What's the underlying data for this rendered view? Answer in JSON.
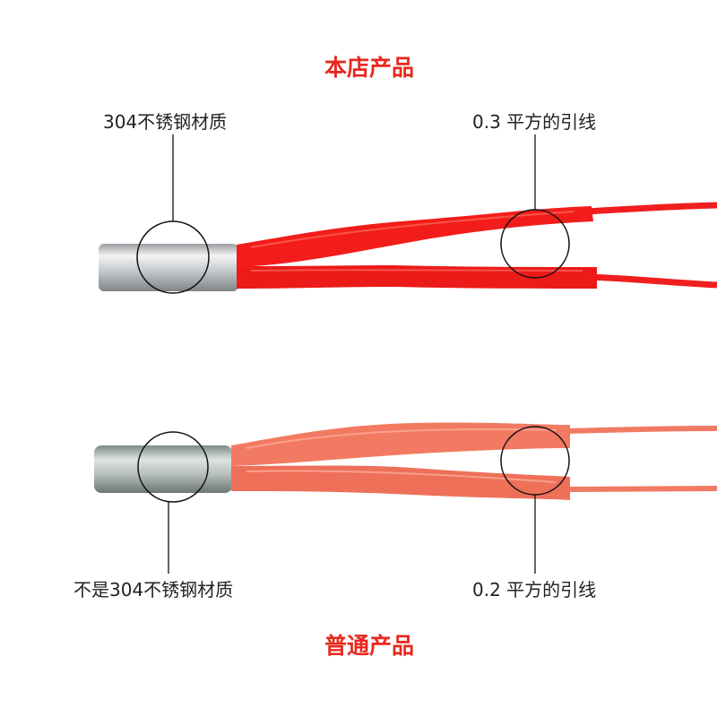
{
  "top": {
    "heading": "本店产品",
    "label_left": "304不锈钢材质",
    "label_right": "0.3 平方的引线"
  },
  "bottom": {
    "heading": "普通产品",
    "label_left": "不是304不锈钢材质",
    "label_right": "0.2 平方的引线"
  },
  "colors": {
    "heading": "#e8281e",
    "top_wire": "#f01e1e",
    "bottom_wire": "#f07a62"
  }
}
